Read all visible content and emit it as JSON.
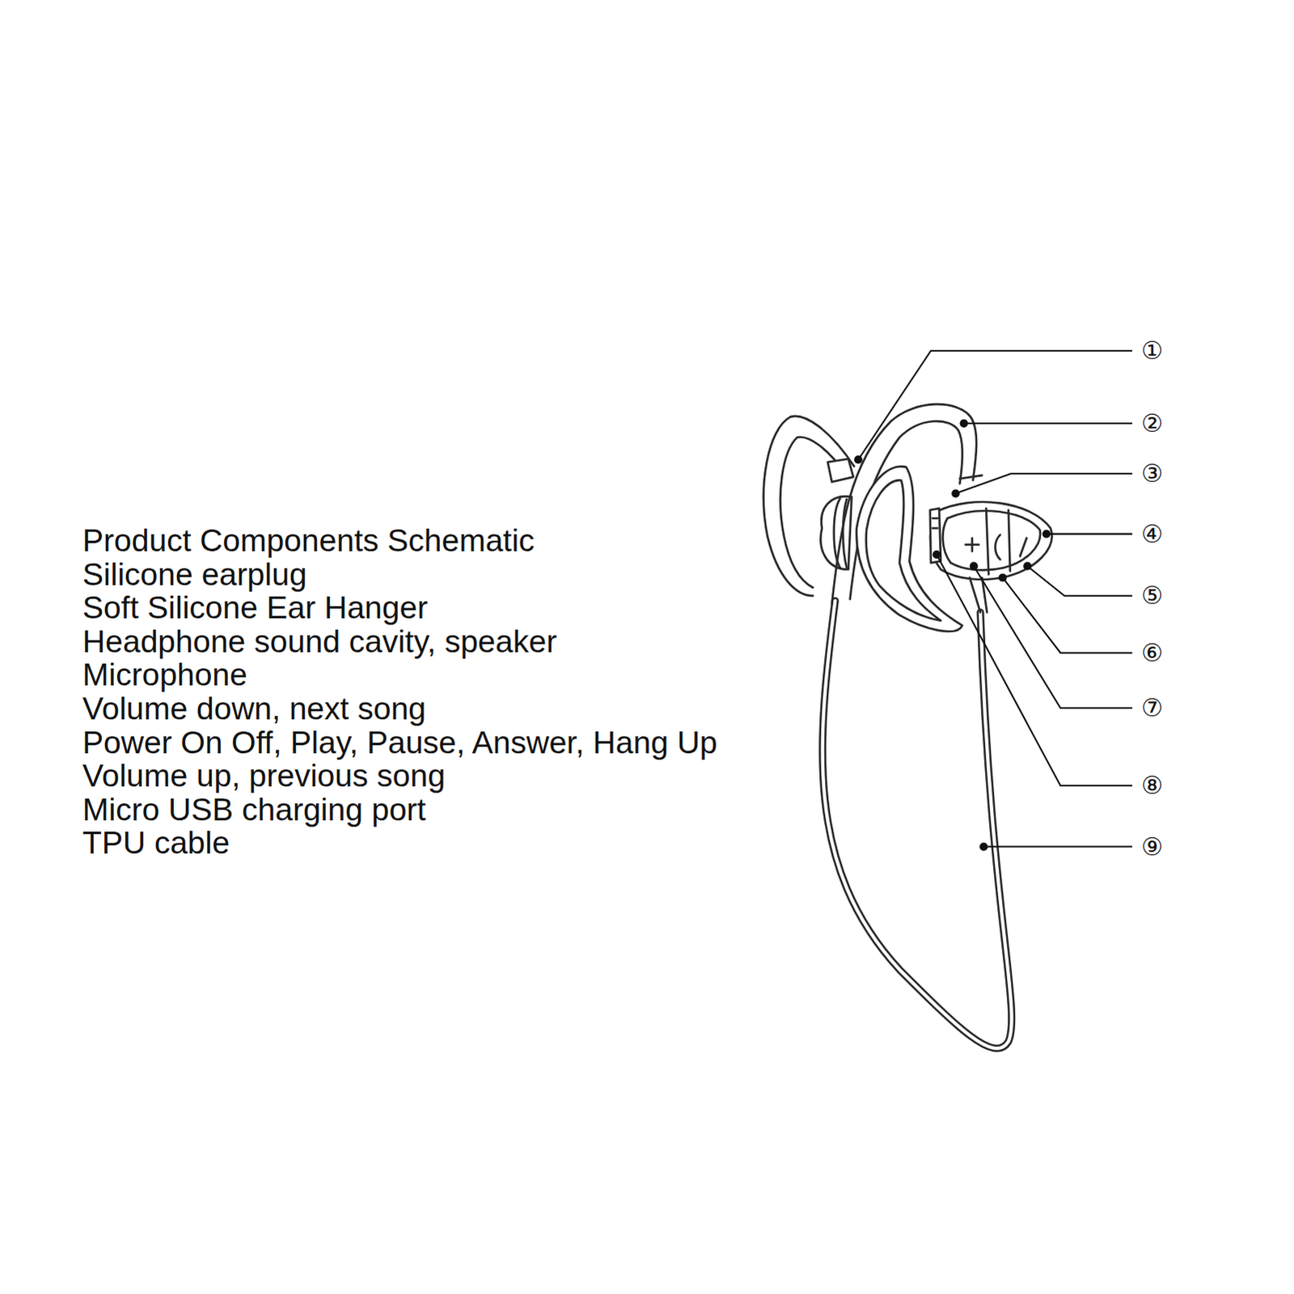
{
  "diagram": {
    "title": "Product Components Schematic",
    "labels": [
      "Silicone earplug",
      "Soft Silicone Ear Hanger",
      "Headphone sound cavity, speaker",
      "Microphone",
      "Volume down, next song",
      "Power On Off, Play, Pause, Answer, Hang Up",
      "Volume up, previous song",
      "Micro USB charging port",
      "TPU cable",
      "①",
      "②",
      "③",
      "④",
      "⑤",
      "⑥",
      "⑦",
      "⑧",
      "⑨"
    ]
  }
}
